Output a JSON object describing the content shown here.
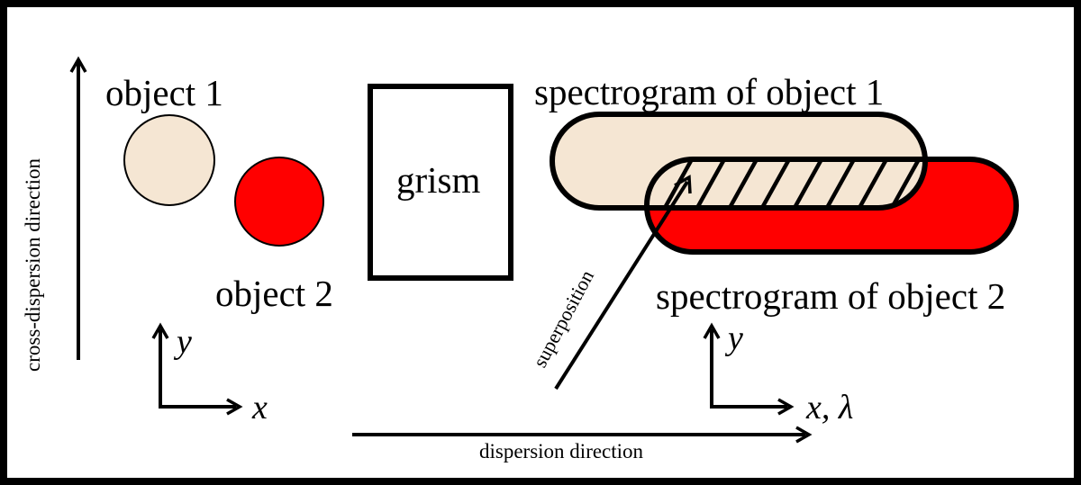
{
  "labels": {
    "object1": "object 1",
    "object2": "object 2",
    "grism": "grism",
    "spectrogram1": "spectrogram of object 1",
    "spectrogram2": "spectrogram of object 2",
    "superposition": "superposition",
    "cross_dispersion": "cross-dispersion direction",
    "dispersion": "dispersion direction",
    "axis_left_y": "y",
    "axis_left_x": "x",
    "axis_right_y": "y",
    "axis_right_x": "x, λ"
  },
  "colors": {
    "object1_fill": "#f5e6d3",
    "object2_fill": "#ff0000",
    "stroke": "#000000"
  }
}
